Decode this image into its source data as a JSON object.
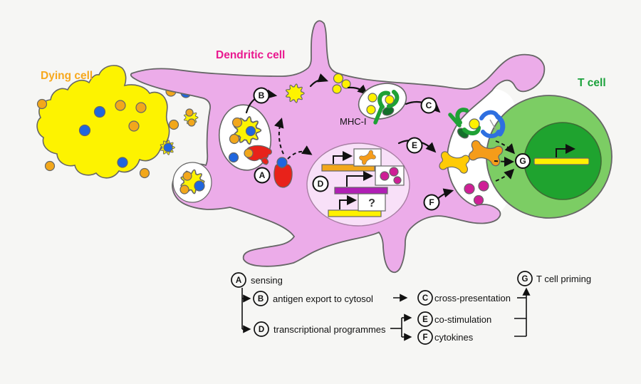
{
  "cells": {
    "dying": "Dying cell",
    "dendritic": "Dendritic cell",
    "t": "T cell"
  },
  "diagram": {
    "mhc_label": "MHC-I",
    "unknown_gene": "?",
    "markers": {
      "a": "A",
      "b": "B",
      "c": "C",
      "d": "D",
      "e": "E",
      "f": "F",
      "g": "G"
    }
  },
  "legend": {
    "items": [
      {
        "letter": "A",
        "label": "sensing"
      },
      {
        "letter": "B",
        "label": "antigen export to cytosol"
      },
      {
        "letter": "C",
        "label": "cross-presentation"
      },
      {
        "letter": "D",
        "label": "transcriptional programmes"
      },
      {
        "letter": "E",
        "label": "co-stimulation"
      },
      {
        "letter": "F",
        "label": "cytokines"
      },
      {
        "letter": "G",
        "label": "T cell priming"
      }
    ]
  },
  "colors": {
    "bg": "#f6f6f4",
    "ink": "#111111",
    "outline": "#666666",
    "dying_cell_fill": "#FDF300",
    "dc_fill": "#ECACE9",
    "dc_nucleus_fill": "#F8E0F8",
    "t_cell_fill": "#7CCD64",
    "t_nucleus_fill": "#1FA32F",
    "vesicle_fill": "#FFFFFF",
    "orange": "#F2A71B",
    "blue": "#2066DE",
    "red": "#E8221A",
    "magenta": "#CE1F96",
    "purple_bar": "#B01FB5",
    "bar_yellow": "#FFF100",
    "green": "#1FA135",
    "green_dark": "#13702A",
    "tcr_blue": "#2E6FE0",
    "costim_orange": "#F59C1A",
    "costim_yellow": "#FFCB05",
    "label_dying": "#F7A81D",
    "label_dendritic": "#E9188F",
    "label_tcell": "#1CA23C"
  }
}
